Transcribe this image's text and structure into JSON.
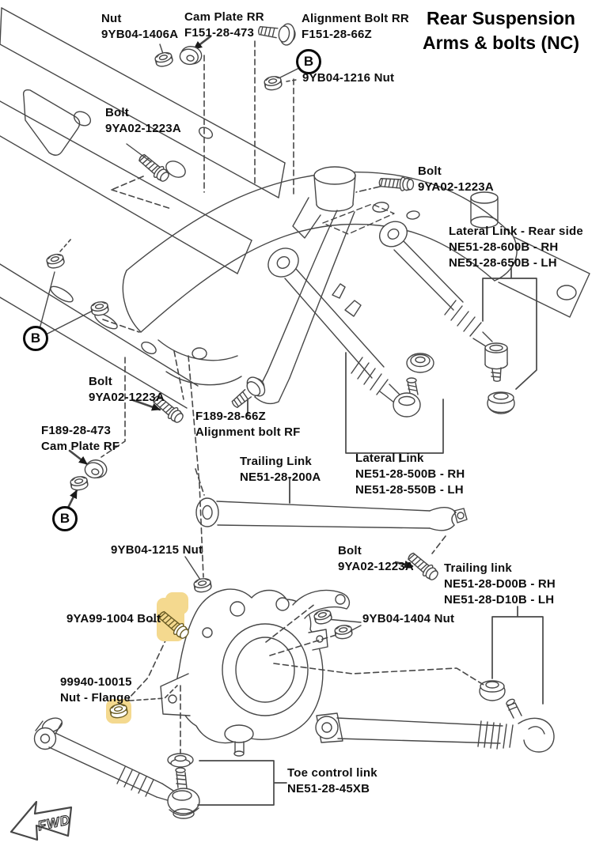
{
  "title": {
    "line1": "Rear Suspension",
    "line2": "Arms & bolts (NC)"
  },
  "callout": {
    "letter": "B"
  },
  "fwd": {
    "label": "FWD"
  },
  "colors": {
    "line": "#474747",
    "highlight": "#F4D98F",
    "highlight_stroke": "#6b5d25",
    "text": "#0d0d0d"
  },
  "labels": {
    "nut_rr": {
      "l1": "Nut",
      "l2": "9YB04-1406A"
    },
    "cam_plate_rr": {
      "l1": "Cam Plate RR",
      "l2": "F151-28-473"
    },
    "align_bolt_rr": {
      "l1": "Alignment Bolt RR",
      "l2": "F151-28-66Z"
    },
    "nut_1216": {
      "l1": "9YB04-1216 Nut"
    },
    "bolt_upper_left": {
      "l1": "Bolt",
      "l2": "9YA02-1223A"
    },
    "bolt_upper_right": {
      "l1": "Bolt",
      "l2": "9YA02-1223A"
    },
    "lateral_link_rear": {
      "l1": "Lateral Link - Rear side",
      "l2": "NE51-28-600B - RH",
      "l3": "NE51-28-650B - LH"
    },
    "bolt_mid_left": {
      "l1": "Bolt",
      "l2": "9YA02-1223A"
    },
    "cam_plate_rf": {
      "l1": "F189-28-473",
      "l2": "Cam Plate RF"
    },
    "align_bolt_rf": {
      "l1": "F189-28-66Z",
      "l2": "Alignment bolt RF"
    },
    "trailing_link_rf": {
      "l1": "Trailing Link",
      "l2": "NE51-28-200A"
    },
    "lateral_link_front": {
      "l1": "Lateral Link",
      "l2": "NE51-28-500B - RH",
      "l3": "NE51-28-550B - LH"
    },
    "nut_1215": {
      "l1": "9YB04-1215 Nut"
    },
    "bolt_lower": {
      "l1": "Bolt",
      "l2": "9YA02-1223A"
    },
    "trailing_link_rear": {
      "l1": "Trailing link",
      "l2": "NE51-28-D00B - RH",
      "l3": "NE51-28-D10B - LH"
    },
    "bolt_9ya99": {
      "l1": "9YA99-1004 Bolt"
    },
    "nut_1404": {
      "l1": "9YB04-1404 Nut"
    },
    "nut_flange": {
      "l1": "99940-10015",
      "l2": "Nut - Flange"
    },
    "toe_control_link": {
      "l1": "Toe control link",
      "l2": "NE51-28-45XB"
    }
  }
}
